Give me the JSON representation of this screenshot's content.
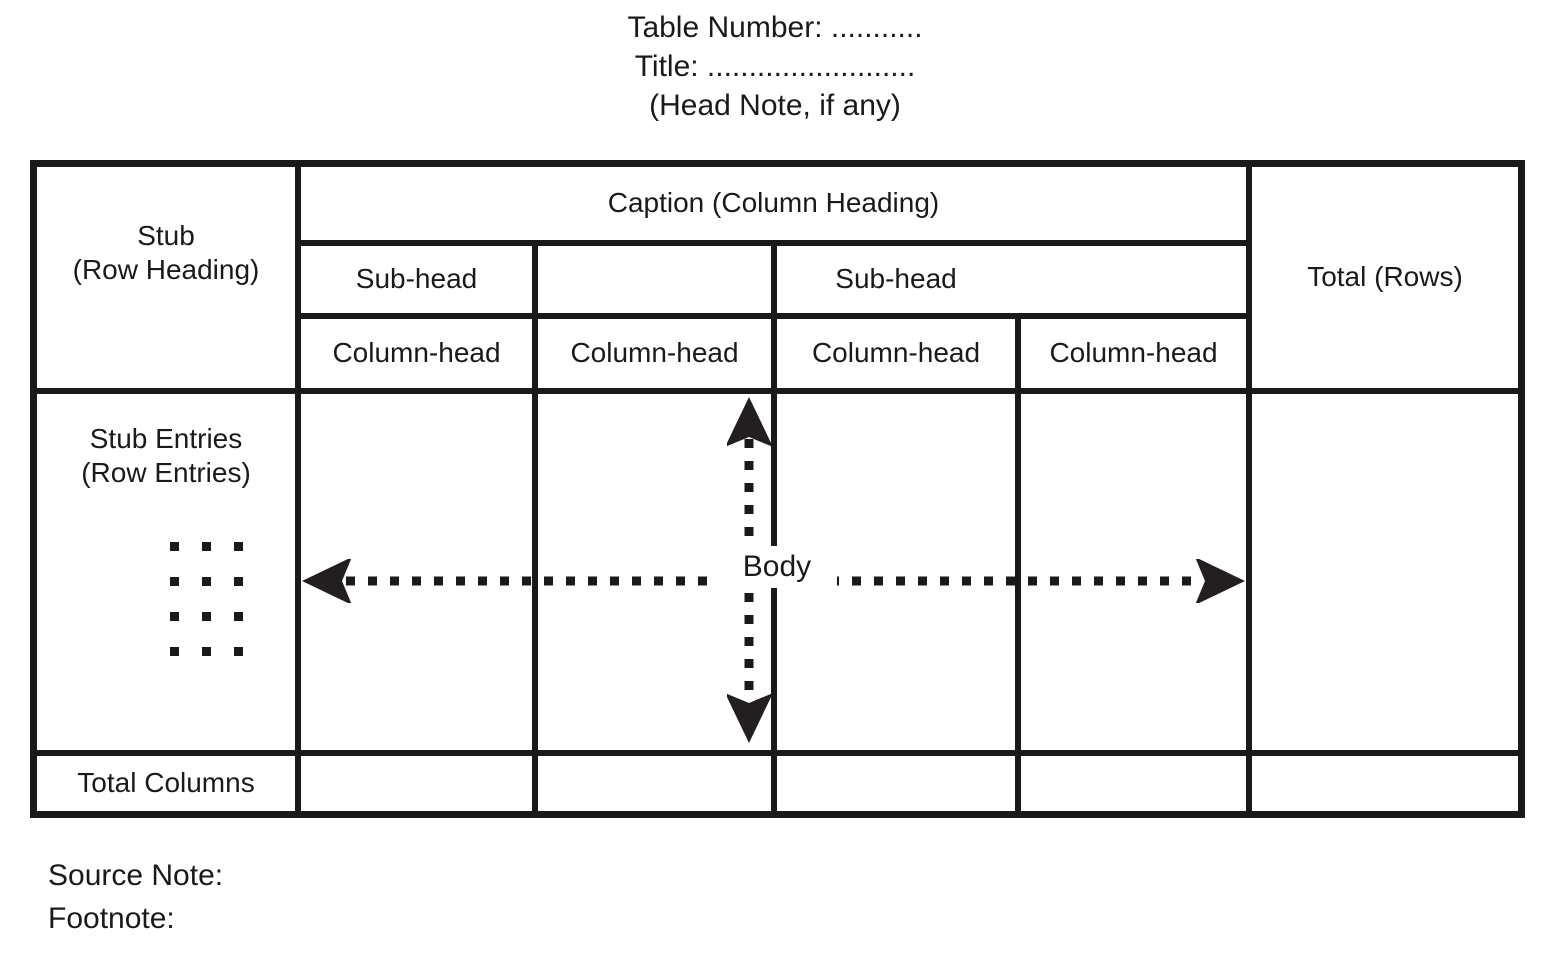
{
  "header": {
    "table_number_line": "Table Number: ...........",
    "title_line": "Title: .........................",
    "head_note_line": "(Head Note, if any)"
  },
  "table": {
    "stub_heading": "Stub\n(Row Heading)",
    "stub_heading_line1": "Stub",
    "stub_heading_line2": "(Row Heading)",
    "caption": "Caption (Column Heading)",
    "total_rows": "Total (Rows)",
    "subheads": [
      "Sub-head",
      "Sub-head"
    ],
    "column_heads": [
      "Column-head",
      "Column-head",
      "Column-head",
      "Column-head"
    ],
    "stub_entries_line1": "Stub Entries",
    "stub_entries_line2": "(Row Entries)",
    "body_label": "Body",
    "total_columns": "Total Columns",
    "dot_rows": 4,
    "dot_cols": 3
  },
  "notes": {
    "source_note": "Source Note:",
    "footnote": "Footnote:"
  },
  "colors": {
    "ink": "#1a1a1a",
    "paper": "#ffffff"
  }
}
